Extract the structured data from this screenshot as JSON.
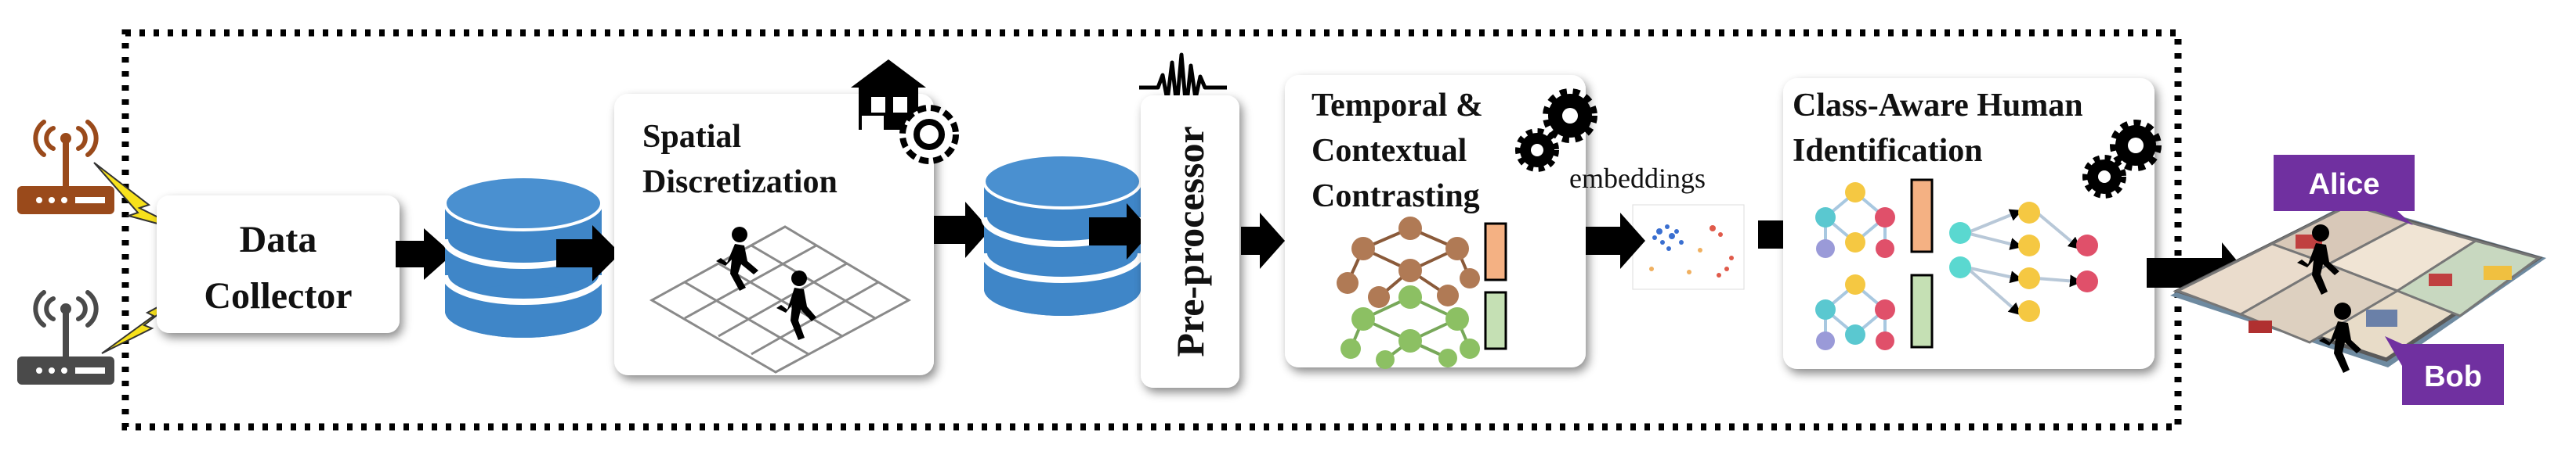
{
  "blocks": {
    "data_collector": [
      "Data",
      "Collector"
    ],
    "spatial": [
      "Spatial",
      "Discretization"
    ],
    "preprocessor": "Pre-processor",
    "temporal": [
      "Temporal &",
      "Contextual",
      "Contrasting"
    ],
    "embeddings": "embeddings",
    "identification": [
      "Class-Aware Human",
      "Identification"
    ]
  },
  "people": {
    "alice": "Alice",
    "bob": "Bob"
  },
  "colors": {
    "database": "#3f86c8",
    "database_dark": "#2e6aa3",
    "router": "#9a4a1b",
    "router_grey": "#4a4a4a",
    "lightning": "#f7e11c",
    "name_tag": "#7030a0",
    "bar_orange": "#f4b183",
    "bar_green": "#c5e0b4"
  },
  "icons": [
    "router-icon",
    "lightning-icon",
    "database-icon",
    "house-gear-icon",
    "waveform-icon",
    "gear-icon",
    "walking-person-icon",
    "floorplan-image"
  ]
}
